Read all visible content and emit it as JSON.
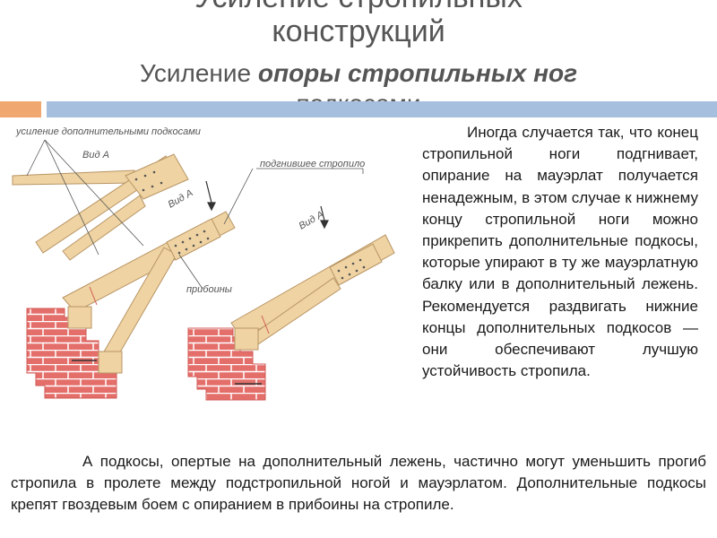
{
  "header": {
    "title_line1": "конструкций",
    "title_line2_prefix": "Усиление ",
    "title_line2_bold": "опоры стропильных ног",
    "title_line3": "подкосами",
    "title_line0": "Усиление стропильных"
  },
  "colors": {
    "title": "#555555",
    "accent_orange": "#f0a870",
    "accent_blue": "#a7bfdf",
    "wood": "#efd3a2",
    "brick": "#e46f6a",
    "mortar": "#ffffff"
  },
  "diagram": {
    "label_reinforcement": "усиление дополнительными подкосами",
    "label_view_a_1": "Вид А",
    "label_view_a_2": "Вид А",
    "label_view_a_3": "Вид А",
    "label_rotten": "подгнившее стропило",
    "label_nailers": "прибоины"
  },
  "text": {
    "para1": "Иногда случается так, что конец стропильной ноги подгнивает, опирание на мауэрлат получается ненадежным, в этом случае к нижнему концу стропильной ноги можно прикрепить дополнительные подкосы, которые упирают в ту же мауэрлатную балку или в дополнительный лежень. Рекомендуется раздвигать нижние концы дополнительных подкосов — они обеспечивают лучшую устойчивость стропила.",
    "para2": "А подкосы, опертые на дополнительный лежень, частично могут уменьшить прогиб стропила в пролете между подстропильной ногой и мауэрлатом. Дополнительные подкосы крепят гвоздевым боем с опиранием в прибоины на стропиле."
  }
}
